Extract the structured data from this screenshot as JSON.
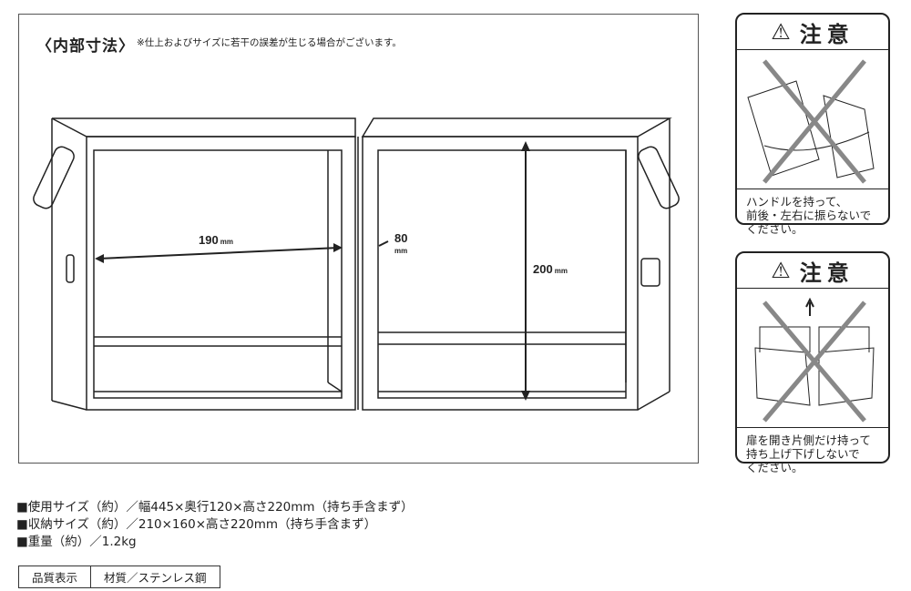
{
  "diagram": {
    "title": "〈内部寸法〉",
    "note": "※仕上およびサイズに若干の誤差が生じる場合がございます。",
    "dimensions": {
      "width": {
        "value": "190",
        "unit": "mm"
      },
      "depth": {
        "value": "80",
        "unit": "mm"
      },
      "height": {
        "value": "200",
        "unit": "mm"
      }
    }
  },
  "cautions": [
    {
      "heading": "注意",
      "icon": "warning-triangle-icon",
      "lines": [
        "ハンドルを持って、",
        "前後・左右に振らないで",
        "ください。"
      ]
    },
    {
      "heading": "注意",
      "icon": "warning-triangle-icon",
      "lines": [
        "扉を開き片側だけ持って",
        "持ち上げ下げしないで",
        "ください。"
      ]
    }
  ],
  "specs": [
    "■使用サイズ（約）／幅445×奥行120×高さ220mm（持ち手含まず）",
    "■収納サイズ（約）／210×160×高さ220mm（持ち手含まず）",
    "■重量（約）／1.2kg"
  ],
  "quality_table": {
    "label": "品質表示",
    "value": "材質／ステンレス鋼"
  }
}
